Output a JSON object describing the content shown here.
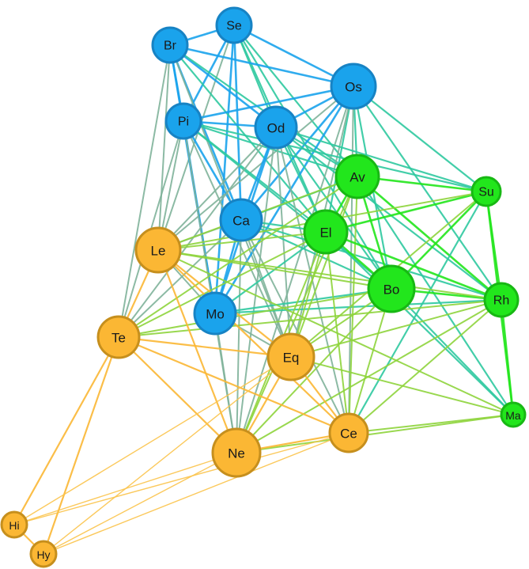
{
  "colors": {
    "blue": "#1aa3ec",
    "blue_stroke": "#1783c4",
    "green": "#22e61c",
    "green_stroke": "#18b814",
    "orange": "#fbb734",
    "orange_stroke": "#c68f1d",
    "teal": "#2fc9a0",
    "gray_green": "#7fb39a",
    "yellow_green": "#8ed43c",
    "light_orange": "#fbc34a"
  },
  "nodes": [
    {
      "id": "Se",
      "label": "Se",
      "group": "blue"
    },
    {
      "id": "Br",
      "label": "Br",
      "group": "blue"
    },
    {
      "id": "Os",
      "label": "Os",
      "group": "blue"
    },
    {
      "id": "Pi",
      "label": "Pi",
      "group": "blue"
    },
    {
      "id": "Od",
      "label": "Od",
      "group": "blue"
    },
    {
      "id": "Ca",
      "label": "Ca",
      "group": "blue"
    },
    {
      "id": "Mo",
      "label": "Mo",
      "group": "blue"
    },
    {
      "id": "Av",
      "label": "Av",
      "group": "green"
    },
    {
      "id": "Su",
      "label": "Su",
      "group": "green"
    },
    {
      "id": "El",
      "label": "El",
      "group": "green"
    },
    {
      "id": "Bo",
      "label": "Bo",
      "group": "green"
    },
    {
      "id": "Rh",
      "label": "Rh",
      "group": "green"
    },
    {
      "id": "Ma",
      "label": "Ma",
      "group": "green"
    },
    {
      "id": "Le",
      "label": "Le",
      "group": "orange"
    },
    {
      "id": "Te",
      "label": "Te",
      "group": "orange"
    },
    {
      "id": "Eq",
      "label": "Eq",
      "group": "orange"
    },
    {
      "id": "Ce",
      "label": "Ce",
      "group": "orange"
    },
    {
      "id": "Ne",
      "label": "Ne",
      "group": "orange"
    },
    {
      "id": "Hi",
      "label": "Hi",
      "group": "orange"
    },
    {
      "id": "Hy",
      "label": "Hy",
      "group": "orange"
    }
  ],
  "edges": [
    [
      "Se",
      "Br",
      "blue"
    ],
    [
      "Se",
      "Os",
      "blue"
    ],
    [
      "Se",
      "Pi",
      "blue"
    ],
    [
      "Se",
      "Od",
      "teal"
    ],
    [
      "Se",
      "Ca",
      "blue"
    ],
    [
      "Se",
      "Mo",
      "blue"
    ],
    [
      "Se",
      "Av",
      "teal"
    ],
    [
      "Se",
      "El",
      "teal"
    ],
    [
      "Se",
      "Bo",
      "teal"
    ],
    [
      "Se",
      "Le",
      "gray_green"
    ],
    [
      "Br",
      "Os",
      "blue"
    ],
    [
      "Br",
      "Pi",
      "blue"
    ],
    [
      "Br",
      "Od",
      "blue"
    ],
    [
      "Br",
      "Ca",
      "blue"
    ],
    [
      "Br",
      "Mo",
      "blue"
    ],
    [
      "Br",
      "Te",
      "gray_green"
    ],
    [
      "Br",
      "Le",
      "gray_green"
    ],
    [
      "Br",
      "Av",
      "teal"
    ],
    [
      "Br",
      "El",
      "teal"
    ],
    [
      "Br",
      "Eq",
      "gray_green"
    ],
    [
      "Os",
      "Pi",
      "blue"
    ],
    [
      "Os",
      "Od",
      "blue"
    ],
    [
      "Os",
      "Ca",
      "blue"
    ],
    [
      "Os",
      "Mo",
      "blue"
    ],
    [
      "Os",
      "Av",
      "teal"
    ],
    [
      "Os",
      "Su",
      "teal"
    ],
    [
      "Os",
      "El",
      "teal"
    ],
    [
      "Os",
      "Bo",
      "teal"
    ],
    [
      "Os",
      "Rh",
      "teal"
    ],
    [
      "Os",
      "Le",
      "gray_green"
    ],
    [
      "Os",
      "Eq",
      "gray_green"
    ],
    [
      "Os",
      "Ne",
      "gray_green"
    ],
    [
      "Os",
      "Ce",
      "gray_green"
    ],
    [
      "Pi",
      "Od",
      "blue"
    ],
    [
      "Pi",
      "Ca",
      "blue"
    ],
    [
      "Pi",
      "Mo",
      "blue"
    ],
    [
      "Pi",
      "Av",
      "teal"
    ],
    [
      "Pi",
      "El",
      "teal"
    ],
    [
      "Pi",
      "Bo",
      "teal"
    ],
    [
      "Pi",
      "Te",
      "gray_green"
    ],
    [
      "Pi",
      "Le",
      "gray_green"
    ],
    [
      "Pi",
      "Eq",
      "gray_green"
    ],
    [
      "Pi",
      "Ne",
      "gray_green"
    ],
    [
      "Pi",
      "Su",
      "teal"
    ],
    [
      "Od",
      "Ca",
      "blue"
    ],
    [
      "Od",
      "Mo",
      "blue"
    ],
    [
      "Od",
      "Av",
      "teal"
    ],
    [
      "Od",
      "El",
      "teal"
    ],
    [
      "Od",
      "Bo",
      "teal"
    ],
    [
      "Od",
      "Su",
      "teal"
    ],
    [
      "Od",
      "Rh",
      "teal"
    ],
    [
      "Od",
      "Le",
      "gray_green"
    ],
    [
      "Od",
      "Te",
      "gray_green"
    ],
    [
      "Od",
      "Eq",
      "gray_green"
    ],
    [
      "Od",
      "Ne",
      "gray_green"
    ],
    [
      "Od",
      "Ce",
      "gray_green"
    ],
    [
      "Ca",
      "Mo",
      "blue"
    ],
    [
      "Ca",
      "Av",
      "teal"
    ],
    [
      "Ca",
      "El",
      "teal"
    ],
    [
      "Ca",
      "Bo",
      "teal"
    ],
    [
      "Ca",
      "Le",
      "gray_green"
    ],
    [
      "Ca",
      "Te",
      "gray_green"
    ],
    [
      "Ca",
      "Eq",
      "gray_green"
    ],
    [
      "Ca",
      "Ne",
      "gray_green"
    ],
    [
      "Ca",
      "Ce",
      "gray_green"
    ],
    [
      "Ca",
      "Rh",
      "teal"
    ],
    [
      "Mo",
      "El",
      "teal"
    ],
    [
      "Mo",
      "Bo",
      "teal"
    ],
    [
      "Mo",
      "Le",
      "gray_green"
    ],
    [
      "Mo",
      "Eq",
      "gray_green"
    ],
    [
      "Mo",
      "Ne",
      "gray_green"
    ],
    [
      "Mo",
      "Rh",
      "teal"
    ],
    [
      "Av",
      "Su",
      "green"
    ],
    [
      "Av",
      "El",
      "green"
    ],
    [
      "Av",
      "Bo",
      "green"
    ],
    [
      "Av",
      "Rh",
      "green"
    ],
    [
      "Av",
      "Ma",
      "teal"
    ],
    [
      "Av",
      "Le",
      "yellow_green"
    ],
    [
      "Av",
      "Eq",
      "yellow_green"
    ],
    [
      "Av",
      "Ne",
      "yellow_green"
    ],
    [
      "Av",
      "Ce",
      "yellow_green"
    ],
    [
      "Av",
      "Te",
      "yellow_green"
    ],
    [
      "Su",
      "El",
      "green"
    ],
    [
      "Su",
      "Bo",
      "green"
    ],
    [
      "Su",
      "Rh",
      "green"
    ],
    [
      "Su",
      "Ma",
      "green"
    ],
    [
      "Su",
      "Eq",
      "yellow_green"
    ],
    [
      "Su",
      "Le",
      "yellow_green"
    ],
    [
      "Su",
      "Ce",
      "teal"
    ],
    [
      "El",
      "Bo",
      "green"
    ],
    [
      "El",
      "Rh",
      "green"
    ],
    [
      "El",
      "Ma",
      "teal"
    ],
    [
      "El",
      "Le",
      "yellow_green"
    ],
    [
      "El",
      "Te",
      "yellow_green"
    ],
    [
      "El",
      "Eq",
      "yellow_green"
    ],
    [
      "El",
      "Ne",
      "yellow_green"
    ],
    [
      "El",
      "Ce",
      "yellow_green"
    ],
    [
      "Bo",
      "Rh",
      "green"
    ],
    [
      "Bo",
      "Ma",
      "teal"
    ],
    [
      "Bo",
      "Le",
      "yellow_green"
    ],
    [
      "Bo",
      "Te",
      "yellow_green"
    ],
    [
      "Bo",
      "Eq",
      "yellow_green"
    ],
    [
      "Bo",
      "Ne",
      "yellow_green"
    ],
    [
      "Bo",
      "Ce",
      "yellow_green"
    ],
    [
      "Rh",
      "Ma",
      "green"
    ],
    [
      "Rh",
      "Eq",
      "yellow_green"
    ],
    [
      "Rh",
      "Ne",
      "yellow_green"
    ],
    [
      "Rh",
      "Ce",
      "yellow_green"
    ],
    [
      "Rh",
      "Le",
      "yellow_green"
    ],
    [
      "Rh",
      "Te",
      "yellow_green"
    ],
    [
      "Ma",
      "Eq",
      "yellow_green"
    ],
    [
      "Ma",
      "Ce",
      "yellow_green"
    ],
    [
      "Ma",
      "Ne",
      "yellow_green"
    ],
    [
      "Ma",
      "Le",
      "yellow_green"
    ],
    [
      "Le",
      "Te",
      "orange"
    ],
    [
      "Le",
      "Eq",
      "orange"
    ],
    [
      "Le",
      "Ce",
      "orange"
    ],
    [
      "Le",
      "Ne",
      "orange"
    ],
    [
      "Te",
      "Eq",
      "orange"
    ],
    [
      "Te",
      "Ce",
      "orange"
    ],
    [
      "Te",
      "Ne",
      "orange"
    ],
    [
      "Te",
      "Hi",
      "orange"
    ],
    [
      "Te",
      "Hy",
      "orange"
    ],
    [
      "Eq",
      "Ce",
      "orange"
    ],
    [
      "Eq",
      "Ne",
      "orange"
    ],
    [
      "Eq",
      "Hi",
      "light_orange"
    ],
    [
      "Eq",
      "Hy",
      "light_orange"
    ],
    [
      "Ce",
      "Ne",
      "orange"
    ],
    [
      "Ce",
      "Hi",
      "light_orange"
    ],
    [
      "Ce",
      "Hy",
      "light_orange"
    ],
    [
      "Ne",
      "Hi",
      "light_orange"
    ],
    [
      "Ne",
      "Hy",
      "light_orange"
    ],
    [
      "Hi",
      "Hy",
      "orange"
    ]
  ]
}
